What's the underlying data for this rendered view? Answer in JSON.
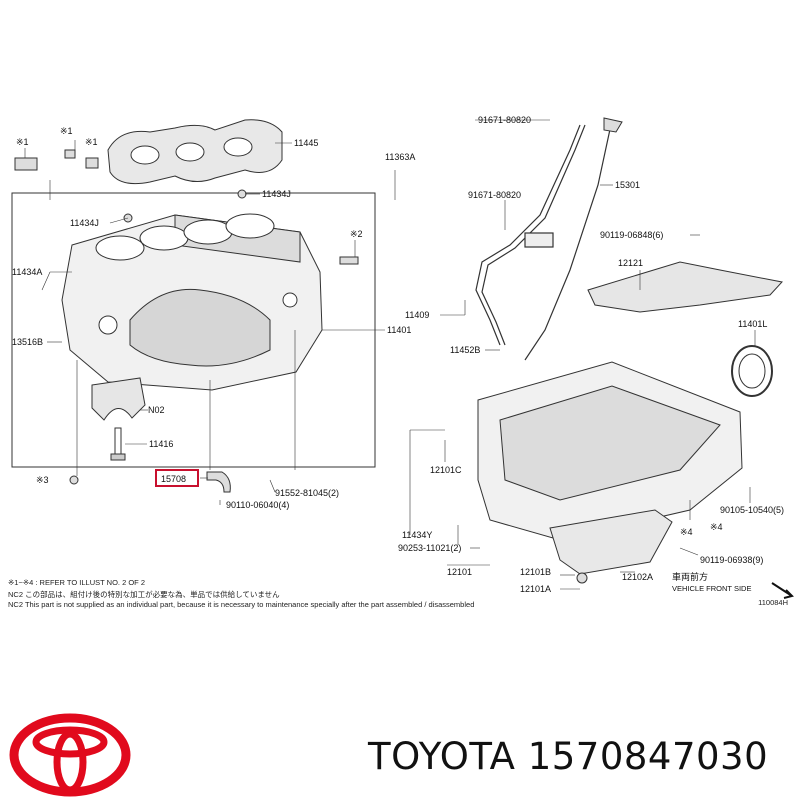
{
  "diagram": {
    "callouts": [
      {
        "text": "※1"
      },
      {
        "text": "※1"
      },
      {
        "text": "※1"
      },
      {
        "text": "11445"
      },
      {
        "text": "11363A"
      },
      {
        "text": "11434J"
      },
      {
        "text": "11434J"
      },
      {
        "text": "※2"
      },
      {
        "text": "11434A"
      },
      {
        "text": "11401"
      },
      {
        "text": "13516B"
      },
      {
        "text": "N02"
      },
      {
        "text": "11416"
      },
      {
        "text": "※3"
      },
      {
        "text": "15708"
      },
      {
        "text": "91552-81045(2)"
      },
      {
        "text": "90110-06040(4)"
      },
      {
        "text": "91671-80820"
      },
      {
        "text": "91671-80820"
      },
      {
        "text": "15301"
      },
      {
        "text": "90119-06848(6)"
      },
      {
        "text": "12121"
      },
      {
        "text": "11409"
      },
      {
        "text": "11452B"
      },
      {
        "text": "11401L"
      },
      {
        "text": "12101C"
      },
      {
        "text": "11434Y"
      },
      {
        "text": "90253-11021(2)"
      },
      {
        "text": "12101"
      },
      {
        "text": "12101B"
      },
      {
        "text": "12101A"
      },
      {
        "text": "12102A"
      },
      {
        "text": "90105-10540(5)"
      },
      {
        "text": "※4"
      },
      {
        "text": "※4"
      },
      {
        "text": "90119-06938(9)"
      }
    ],
    "notes": [
      "※1~※4 : REFER TO ILLUST NO. 2 OF 2",
      "NC2  この部品は、組付け後の特別な加工が必要な為、単品では供給していません",
      "NC2  This part is not supplied as an individual part, because it is necessary to maintenance specially after the part assembled / disassembled"
    ],
    "vehicle_front_jp": "車両前方",
    "vehicle_front": "VEHICLE FRONT SIDE",
    "illustration_code": "110084H"
  },
  "brand": {
    "name": "TOYOTA",
    "part_number": "1570847030"
  },
  "colors": {
    "logo_red": "#e10a1d",
    "highlight_red": "#c8102e",
    "line": "#222222"
  }
}
